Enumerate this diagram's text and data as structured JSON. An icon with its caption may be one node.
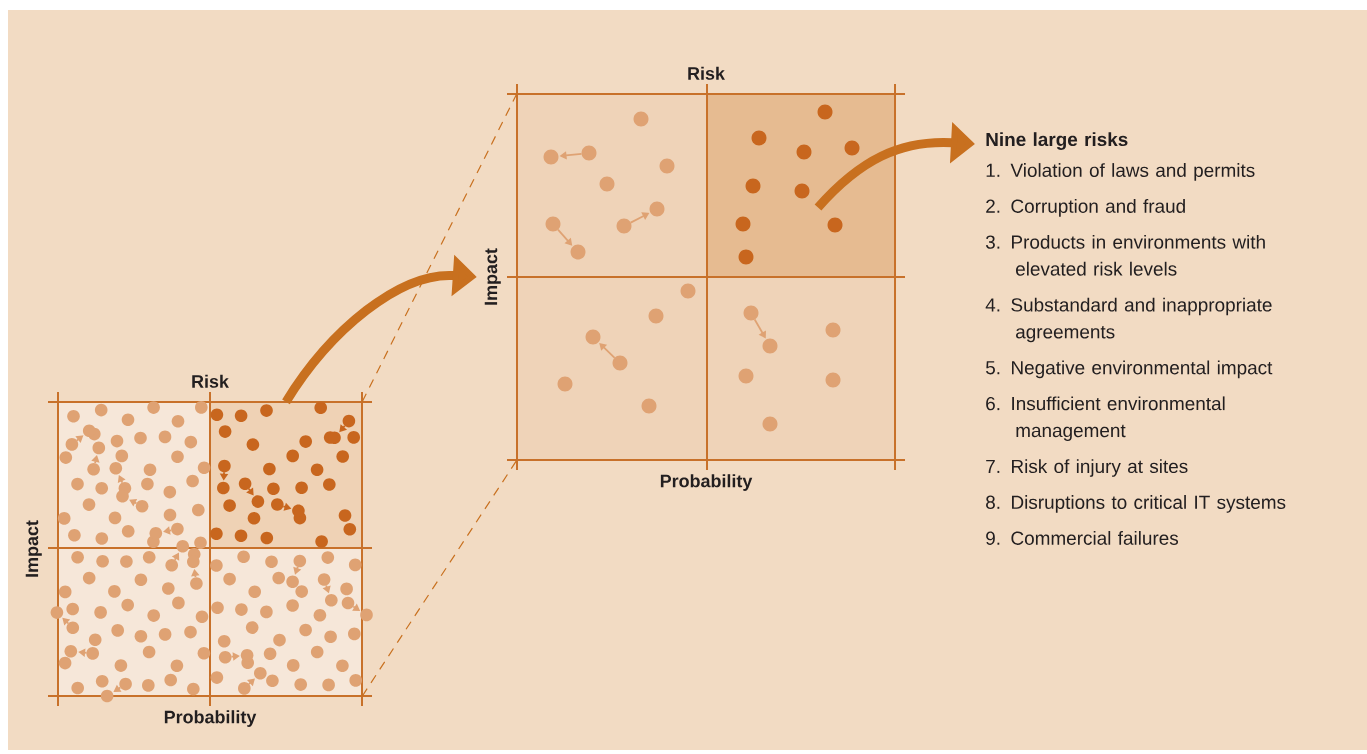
{
  "diagram": {
    "nodes": [
      {
        "text": [
          "Risk",
          "Impact",
          "Probability"
        ]
      },
      {
        "text": [],
        "shape": "box",
        "in": 0
      },
      {
        "text": [
          "Risk",
          "Impact",
          "Probability"
        ]
      },
      {
        "text": [],
        "shape": "box",
        "in": 2
      },
      {
        "text": [
          "Nine large risks",
          "1. Violation of laws and permits",
          "2. Corruption and fraud",
          "3. Products in environments with elevated risk levels",
          "4. Substandard and inappropriate agreements",
          "5. Negative environmental impact",
          "6. Insufficient environmental management",
          "7. Risk of injury at sites",
          "8. Disruptions to critical IT systems",
          "9. Commercial failures"
        ]
      }
    ],
    "edges": [
      {
        "from": 1,
        "to": 2,
        "arrow": "to",
        "style": "thick"
      },
      {
        "from": 0,
        "to": 2,
        "arrow": "none",
        "style": "dashed"
      },
      {
        "from": 0,
        "to": 2,
        "arrow": "none",
        "style": "dashed"
      },
      {
        "from": 3,
        "to": 4,
        "arrow": "to",
        "style": "thick"
      }
    ]
  }
}
